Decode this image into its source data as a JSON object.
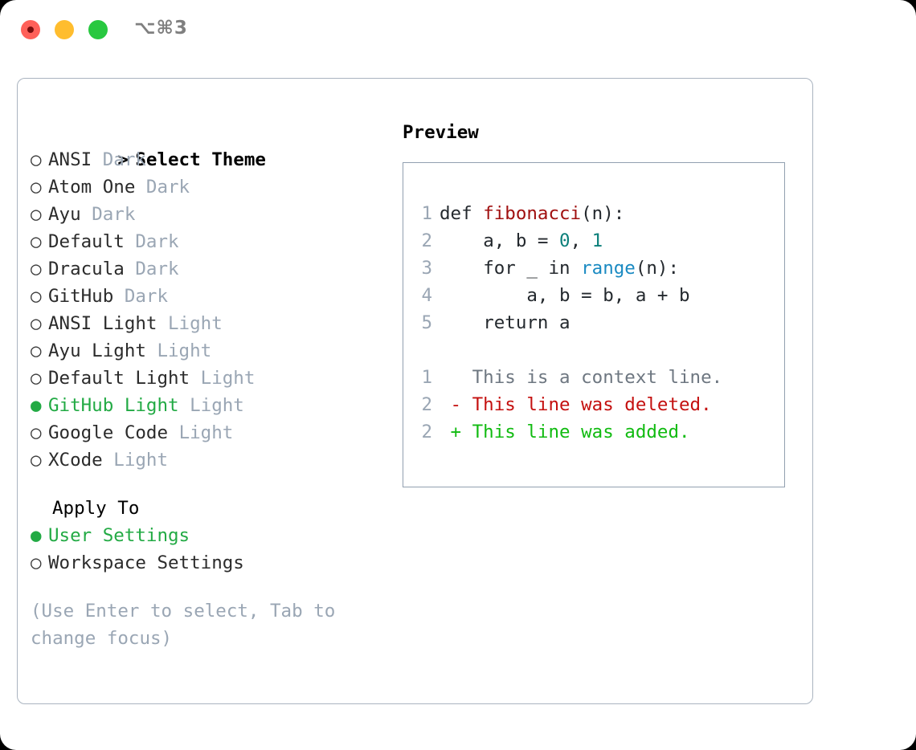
{
  "titlebar": {
    "shortcut": "⌥⌘3",
    "lights": [
      "close-red",
      "minimize-yellow",
      "maximize-green"
    ]
  },
  "theme_picker": {
    "header_prefix": ">",
    "header": "Select Theme",
    "bullet_selected": "●",
    "bullet_unselected": "○",
    "items": [
      {
        "name": "ANSI",
        "tag": "Dark",
        "selected": false
      },
      {
        "name": "Atom One",
        "tag": "Dark",
        "selected": false
      },
      {
        "name": "Ayu",
        "tag": "Dark",
        "selected": false
      },
      {
        "name": "Default",
        "tag": "Dark",
        "selected": false
      },
      {
        "name": "Dracula",
        "tag": "Dark",
        "selected": false
      },
      {
        "name": "GitHub",
        "tag": "Dark",
        "selected": false
      },
      {
        "name": "ANSI Light",
        "tag": "Light",
        "selected": false
      },
      {
        "name": "Ayu Light",
        "tag": "Light",
        "selected": false
      },
      {
        "name": "Default Light",
        "tag": "Light",
        "selected": false
      },
      {
        "name": "GitHub Light",
        "tag": "Light",
        "selected": true
      },
      {
        "name": "Google Code",
        "tag": "Light",
        "selected": false
      },
      {
        "name": "XCode",
        "tag": "Light",
        "selected": false
      }
    ]
  },
  "apply_to": {
    "header": "Apply To",
    "items": [
      {
        "name": "User Settings",
        "selected": true
      },
      {
        "name": "Workspace Settings",
        "selected": false
      }
    ]
  },
  "hint": "(Use Enter to select, Tab to change focus)",
  "preview": {
    "title": "Preview",
    "code_lines": [
      {
        "num": "1",
        "indent": "",
        "tokens": [
          {
            "t": "def ",
            "c": "plain"
          },
          {
            "t": "fibonacci",
            "c": "fn"
          },
          {
            "t": "(n):",
            "c": "plain"
          }
        ]
      },
      {
        "num": "2",
        "indent": "    ",
        "tokens": [
          {
            "t": "a, b = ",
            "c": "plain"
          },
          {
            "t": "0",
            "c": "num"
          },
          {
            "t": ", ",
            "c": "plain"
          },
          {
            "t": "1",
            "c": "num"
          }
        ]
      },
      {
        "num": "3",
        "indent": "    ",
        "tokens": [
          {
            "t": "for _ in ",
            "c": "plain"
          },
          {
            "t": "range",
            "c": "call"
          },
          {
            "t": "(n):",
            "c": "plain"
          }
        ]
      },
      {
        "num": "4",
        "indent": "        ",
        "tokens": [
          {
            "t": "a, b = b, a + b",
            "c": "plain"
          }
        ]
      },
      {
        "num": "5",
        "indent": "    ",
        "tokens": [
          {
            "t": "return a",
            "c": "plain"
          }
        ]
      }
    ],
    "diff_lines": [
      {
        "num": "1",
        "marker": " ",
        "text": "This is a context line.",
        "kind": "context"
      },
      {
        "num": "2",
        "marker": "-",
        "text": "This line was deleted.",
        "kind": "deleted"
      },
      {
        "num": "2",
        "marker": "+",
        "text": "This line was added.",
        "kind": "added"
      }
    ]
  },
  "colors": {
    "selected_green": "#22aa44",
    "tag_gray": "#9aa6b4",
    "diff_added": "#11bb11",
    "diff_deleted": "#c4100f",
    "diff_context": "#6e7781",
    "token_function": "#a01010",
    "token_number": "#0b7f7a",
    "token_call": "#1a8ac2",
    "panel_border": "#aab4c0"
  }
}
